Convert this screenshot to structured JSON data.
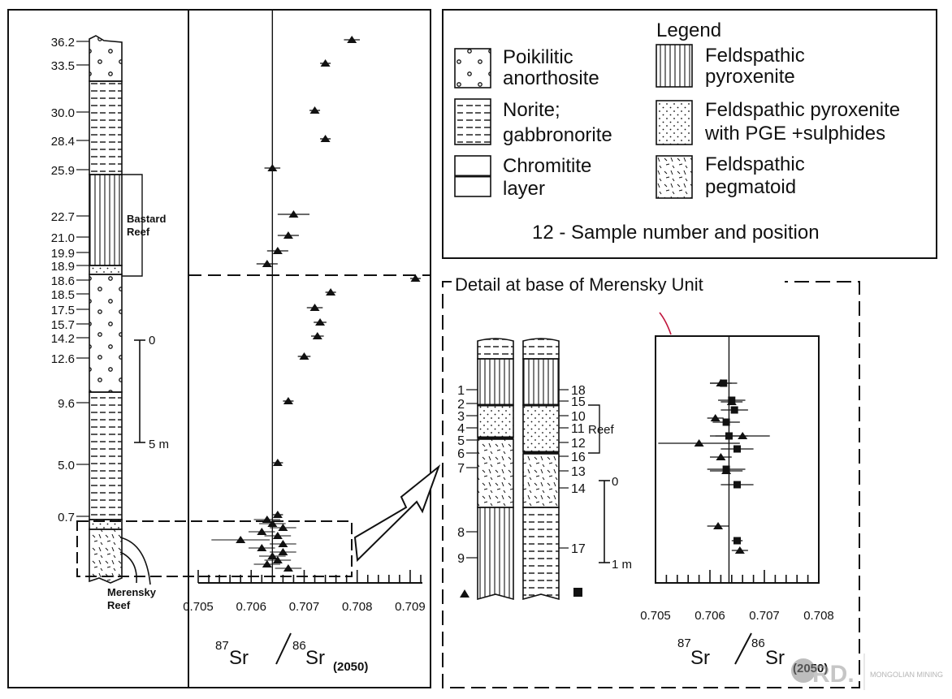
{
  "legend": {
    "title": "Legend",
    "items": [
      {
        "key": "poikilitic",
        "lines": [
          "Poikilitic",
          "anorthosite"
        ]
      },
      {
        "key": "feldspathic_pyroxenite",
        "lines": [
          "Feldspathic",
          "pyroxenite"
        ]
      },
      {
        "key": "norite",
        "lines": [
          "Norite;",
          "gabbronorite"
        ]
      },
      {
        "key": "feldspathic_pyroxenite_pge",
        "lines": [
          "Feldspathic pyroxenite",
          "with PGE +sulphides"
        ]
      },
      {
        "key": "chromitite",
        "lines": [
          "Chromitite",
          "layer"
        ]
      },
      {
        "key": "pegmatoid",
        "lines": [
          "Feldspathic",
          "pegmatoid"
        ]
      }
    ],
    "sample_note": "12 - Sample number and position"
  },
  "column_labels": {
    "bastard_reef": [
      "Bastard",
      "Reef"
    ],
    "merensky_reef": [
      "Merensky",
      "Reef"
    ],
    "scale_main": {
      "top": "0",
      "bottom": "5 m"
    },
    "scale_detail": {
      "top": "0",
      "bottom": "1 m"
    },
    "detail_title": "Detail at base of Merensky Unit",
    "reef": "Reef"
  },
  "depth_labels": [
    "36.2",
    "33.5",
    "30.0",
    "28.4",
    "25.9",
    "22.7",
    "21.0",
    "19.9",
    "18.9",
    "18.6",
    "18.5",
    "17.5",
    "15.7",
    "14.2",
    "12.6",
    "9.6",
    "5.0",
    "0.7"
  ],
  "detail_samples_left": [
    "1",
    "2",
    "3",
    "4",
    "5",
    "6",
    "7",
    "8",
    "9"
  ],
  "detail_samples_right": [
    "18",
    "15",
    "10",
    "11",
    "12",
    "16",
    "13",
    "14",
    "17"
  ],
  "xlabel": {
    "a": "87",
    "b": "Sr",
    "c": "86",
    "d": "Sr",
    "e": "(2050)"
  },
  "watermark": {
    "text": "RD.",
    "sub": "MONGOLIAN MINING"
  },
  "chart_data": [
    {
      "type": "scatter",
      "name": "main",
      "xlim": [
        0.705,
        0.7092
      ],
      "xticks": [
        "0.705",
        "0.706",
        "0.707",
        "0.708",
        "0.709"
      ],
      "reference_line": 0.7064,
      "points": [
        {
          "x": 0.7079,
          "err": 0.00015
        },
        {
          "x": 0.7074,
          "err": 0.0001
        },
        {
          "x": 0.7072,
          "err": 0.0001
        },
        {
          "x": 0.7074,
          "err": 0.0001
        },
        {
          "x": 0.7064,
          "err": 0.00015
        },
        {
          "x": 0.7068,
          "err": 0.0003
        },
        {
          "x": 0.7067,
          "err": 0.0002
        },
        {
          "x": 0.7065,
          "err": 0.0002
        },
        {
          "x": 0.7063,
          "err": 0.0002
        },
        {
          "x": 0.7091,
          "err": 0.0001
        },
        {
          "x": 0.7075,
          "err": 0.0001
        },
        {
          "x": 0.7072,
          "err": 0.00015
        },
        {
          "x": 0.7073,
          "err": 0.00012
        },
        {
          "x": 0.70725,
          "err": 0.00012
        },
        {
          "x": 0.707,
          "err": 0.00012
        },
        {
          "x": 0.7067,
          "err": 0.0001
        },
        {
          "x": 0.7065,
          "err": 0.0001
        },
        {
          "x": 0.7065,
          "err": 0.0001
        }
      ],
      "base_cluster_x": [
        0.7063,
        0.7064,
        0.7066,
        0.7062,
        0.7065,
        0.7058,
        0.7066,
        0.7062,
        0.7066,
        0.7064,
        0.7065,
        0.7063,
        0.7067
      ]
    },
    {
      "type": "scatter",
      "name": "detail",
      "xlim": [
        0.705,
        0.708
      ],
      "xticks": [
        "0.705",
        "0.706",
        "0.707",
        "0.708"
      ],
      "reference_line": 0.70635,
      "triangles": [
        {
          "x": 0.7062,
          "err": 0.0002
        },
        {
          "x": 0.7064,
          "err": 0.0002
        },
        {
          "x": 0.7061,
          "err": 0.00015
        },
        {
          "x": 0.7066,
          "err": 0.0005
        },
        {
          "x": 0.7058,
          "err": 0.00075
        },
        {
          "x": 0.7062,
          "err": 0.0002
        },
        {
          "x": 0.7063,
          "err": 0.0003
        },
        {
          "x": 0.70615,
          "err": 0.0002
        },
        {
          "x": 0.70655,
          "err": 0.00015
        }
      ],
      "squares": [
        {
          "x": 0.70625,
          "err": 0.00025
        },
        {
          "x": 0.7064,
          "err": 0.00025
        },
        {
          "x": 0.70645,
          "err": 0.00025
        },
        {
          "x": 0.7063,
          "err": 0.00025
        },
        {
          "x": 0.70635,
          "err": 0.00035
        },
        {
          "x": 0.7065,
          "err": 0.0003
        },
        {
          "x": 0.7063,
          "err": 0.00035
        },
        {
          "x": 0.7065,
          "err": 0.0003
        },
        {
          "x": 0.7065,
          "err": 0.0001
        }
      ]
    }
  ]
}
